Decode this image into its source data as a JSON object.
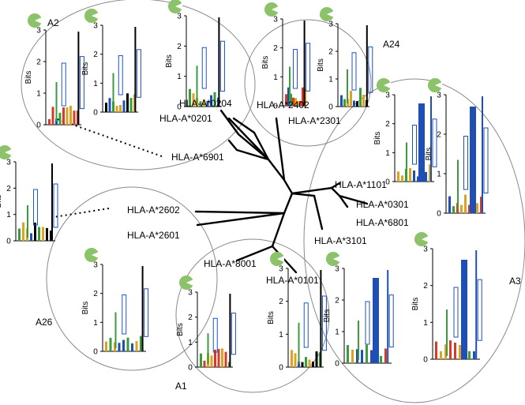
{
  "groups": [
    "A2",
    "A24",
    "A3",
    "A26",
    "A1"
  ],
  "alleles": [
    "HLA-A*0204",
    "HLA-A*0201",
    "HLA-A*6901",
    "HLA-A*2402",
    "HLA-A*2301",
    "HLA-A*1101",
    "HLA-A*0301",
    "HLA-A*6801",
    "HLA-A*3101",
    "HLA-A*2602",
    "HLA-A*2601",
    "HLA-A*8001",
    "HLA-A*0101"
  ],
  "logo_axis": {
    "ylabel": "Bits",
    "ticks": [
      "0",
      "1",
      "2",
      "3"
    ]
  },
  "colors": {
    "ring": "#8a8a8a",
    "tree": "#000000",
    "logo_icon": "#8cc26a",
    "blue": "#1f4fb3",
    "green": "#3b9c3b",
    "red": "#d43c2a"
  }
}
